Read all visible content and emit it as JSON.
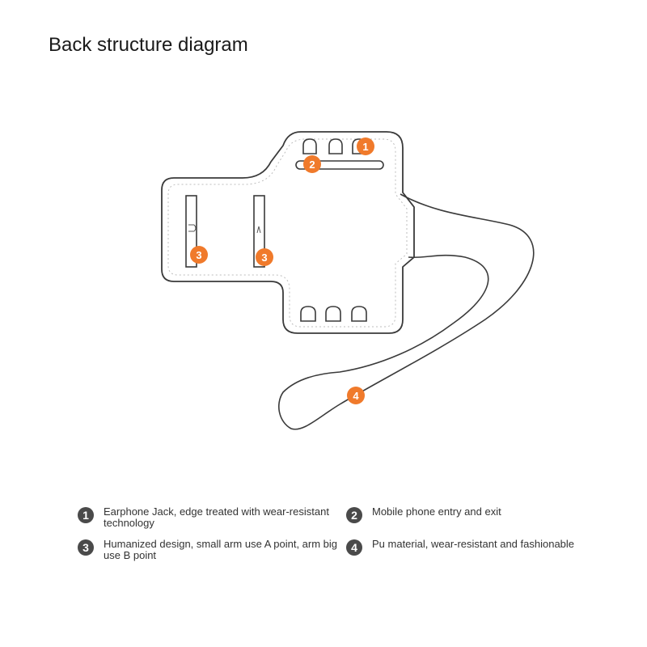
{
  "title": "Back structure diagram",
  "colors": {
    "marker": "#f07a2b",
    "legend_badge": "#4a4a4a",
    "outline": "#3a3a3a"
  },
  "markers": [
    "1",
    "2",
    "3",
    "3",
    "4"
  ],
  "legend": [
    {
      "num": "1",
      "text": "Earphone Jack, edge treated with wear-resistant technology"
    },
    {
      "num": "2",
      "text": "Mobile phone entry and exit"
    },
    {
      "num": "3",
      "text": "Humanized design, small arm use A point, arm big use B point"
    },
    {
      "num": "4",
      "text": "Pu material, wear-resistant and fashionable"
    }
  ]
}
